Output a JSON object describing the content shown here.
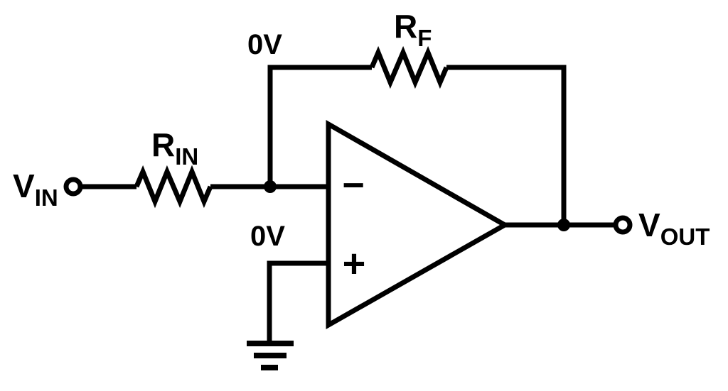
{
  "diagram": {
    "colors": {
      "line": "#000000",
      "background": "#ffffff"
    },
    "labels": {
      "vin": {
        "base": "V",
        "sub": "IN"
      },
      "rin": {
        "base": "R",
        "sub": "IN"
      },
      "rf": {
        "base": "R",
        "sub": "F"
      },
      "vout": {
        "base": "V",
        "sub": "OUT"
      },
      "virtual_ground_top": "0V",
      "virtual_ground_plus": "0V"
    },
    "opamp": {
      "inverting_symbol": "−",
      "noninverting_symbol": "+"
    },
    "icons": {
      "input_terminal": "open-circle-terminal",
      "output_terminal": "open-circle-terminal",
      "ground": "ground-icon",
      "junctions": "filled-dot"
    }
  }
}
